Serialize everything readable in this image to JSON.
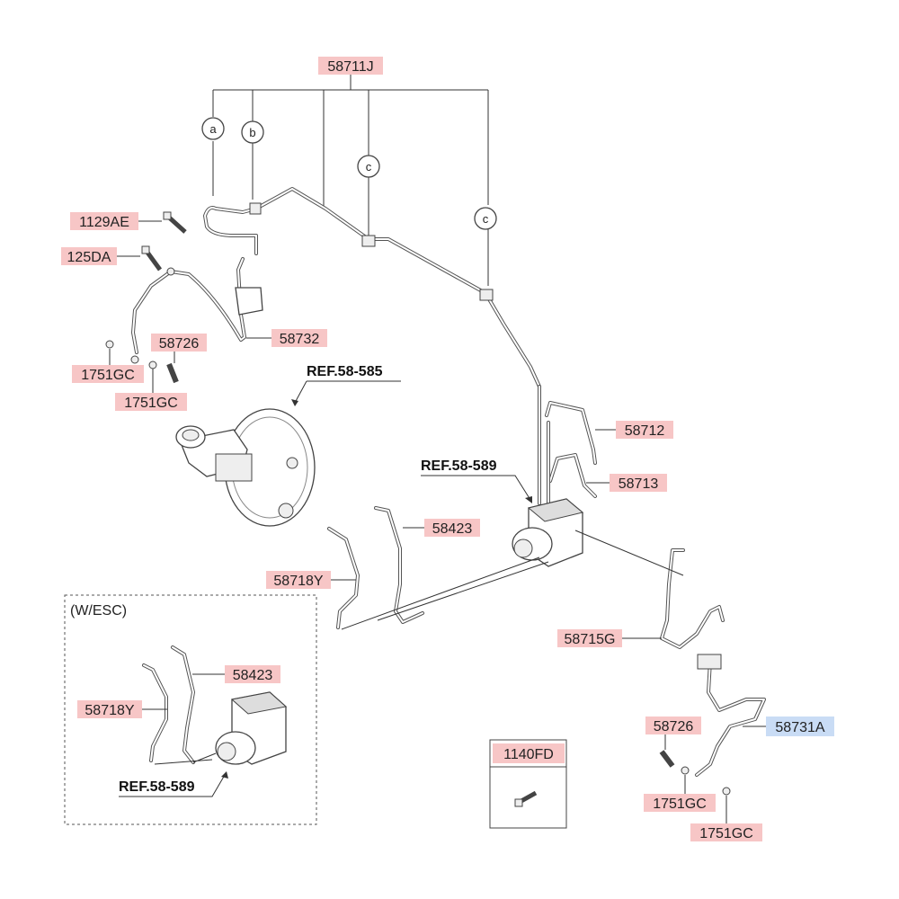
{
  "colors": {
    "tag_red": "#f7c6c6",
    "tag_blue": "#c9dcf5"
  },
  "labels": {
    "p58711J": "58711J",
    "p1129AE": "1129AE",
    "p125DA": "125DA",
    "p58732": "58732",
    "p58726a": "58726",
    "p1751GCa": "1751GC",
    "p1751GCb": "1751GC",
    "ref58585": "REF.58-585",
    "p58712": "58712",
    "ref58589a": "REF.58-589",
    "p58713": "58713",
    "p58423a": "58423",
    "p58718Ya": "58718Y",
    "p58715G": "58715G",
    "wesc": "(W/ESC)",
    "p58423b": "58423",
    "p58718Yb": "58718Y",
    "ref58589b": "REF.58-589",
    "p1140FD": "1140FD",
    "p58726b": "58726",
    "p58731A": "58731A",
    "p1751GCc": "1751GC",
    "p1751GCd": "1751GC"
  },
  "circles": {
    "a": "a",
    "b": "b",
    "c1": "c",
    "c2": "c"
  }
}
